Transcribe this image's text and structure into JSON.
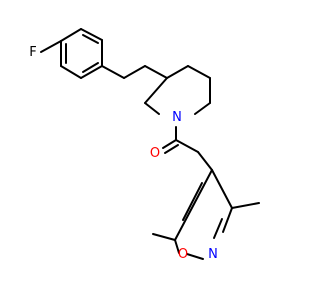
{
  "molecule": {
    "atoms": {
      "fluorine": {
        "symbol": "F",
        "color": "#000000"
      },
      "piperidine_nitrogen": {
        "symbol": "N",
        "color": "#0000ff"
      },
      "carbonyl_oxygen": {
        "symbol": "O",
        "color": "#ff0000"
      },
      "isoxazole_oxygen": {
        "symbol": "O",
        "color": "#ff0000"
      },
      "isoxazole_nitrogen": {
        "symbol": "N",
        "color": "#0000ff"
      }
    },
    "bond_color": "#000000",
    "background": "#ffffff"
  }
}
